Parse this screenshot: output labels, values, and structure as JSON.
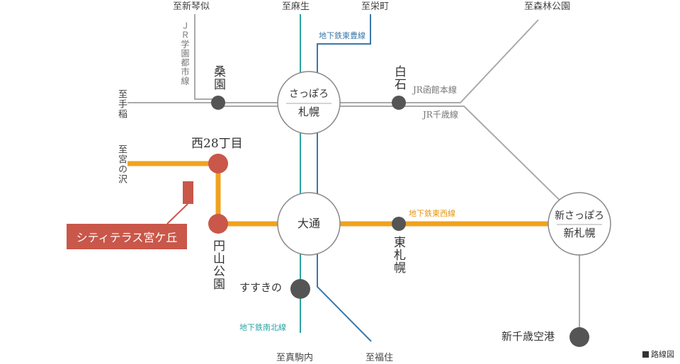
{
  "colors": {
    "tozai": "#f0a21e",
    "nanboku": "#2aa3a3",
    "toho": "#3b78a8",
    "jr": "#aaaaaa",
    "station": "#555555",
    "property": "#c9574a"
  },
  "hubs": {
    "sapporo": {
      "kana": "さっぽろ",
      "kanji": "札幌"
    },
    "odori": {
      "name": "大通"
    },
    "shin_sapporo": {
      "kana": "新さっぽろ",
      "kanji": "新札幌"
    }
  },
  "stations": {
    "soen": "桑園",
    "shiroishi": "白石",
    "nishi28": "西28丁目",
    "maruyama": "円山公園",
    "susukino": "すすきの",
    "higashi_sapporo": "東札幌",
    "new_chitose": "新千歳空港"
  },
  "destinations": {
    "shinkotoni": "至新琴似",
    "asabu": "至麻生",
    "sakaemachi": "至栄町",
    "shinrin": "至森林公園",
    "teine": "至手稲",
    "miyanosawa": "至宮の沢",
    "makomanai": "至真駒内",
    "fukuzumi": "至福住"
  },
  "lines": {
    "gakuen": "ＪＲ学園都市線",
    "toho": "地下鉄東豊線",
    "hakodate": "JR函館本線",
    "chitose": "JR千歳線",
    "tozai": "地下鉄東西線",
    "nanboku": "地下鉄南北線"
  },
  "property": {
    "name": "シティテラス宮ケ丘"
  },
  "legend": {
    "label": "路線図"
  }
}
